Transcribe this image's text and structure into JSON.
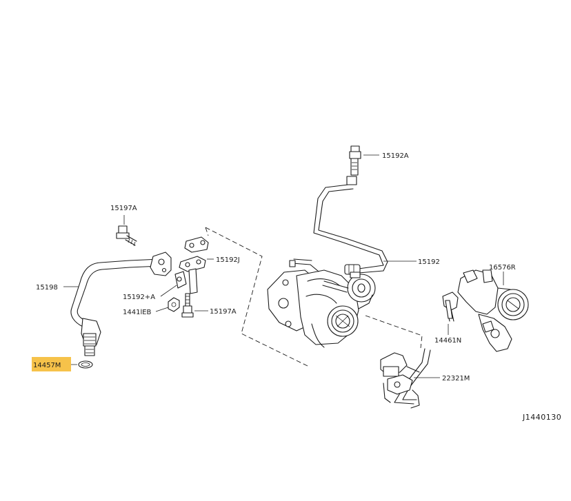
{
  "diagram": {
    "reference_code": "J1440130",
    "highlight_color": "#f6c24a",
    "line_color": "#1a1a1a",
    "highlighted_part": "14457M",
    "parts": {
      "p15192A_top": "15192A",
      "p15197A_top": "15197A",
      "p15192": "15192",
      "p16576R": "16576R",
      "p15192J": "15192J",
      "p15198": "15198",
      "p15192_A": "15192+A",
      "p14411EB": "1441lEB",
      "p15197A_bottom": "15197A",
      "p14461N": "14461N",
      "p14457M": "14457M",
      "p22321M": "22321M"
    }
  }
}
